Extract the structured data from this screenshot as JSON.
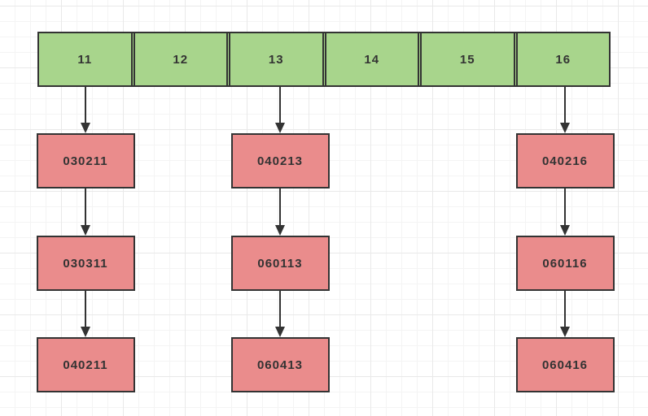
{
  "diagram": {
    "bar": {
      "cells": [
        "11",
        "12",
        "13",
        "14",
        "15",
        "16"
      ]
    },
    "chains": [
      {
        "parent": "11",
        "items": [
          "030211",
          "030311",
          "040211"
        ]
      },
      {
        "parent": "13",
        "items": [
          "040213",
          "060113",
          "060413"
        ]
      },
      {
        "parent": "16",
        "items": [
          "040216",
          "060116",
          "060416"
        ]
      }
    ],
    "colors": {
      "bar_fill": "#a8d58c",
      "box_fill": "#ea8c8c",
      "border": "#333333",
      "text": "#333333",
      "grid_minor": "#f4f4f4",
      "grid_major": "#e9e9e9",
      "canvas_bg": "#ffffff"
    }
  }
}
